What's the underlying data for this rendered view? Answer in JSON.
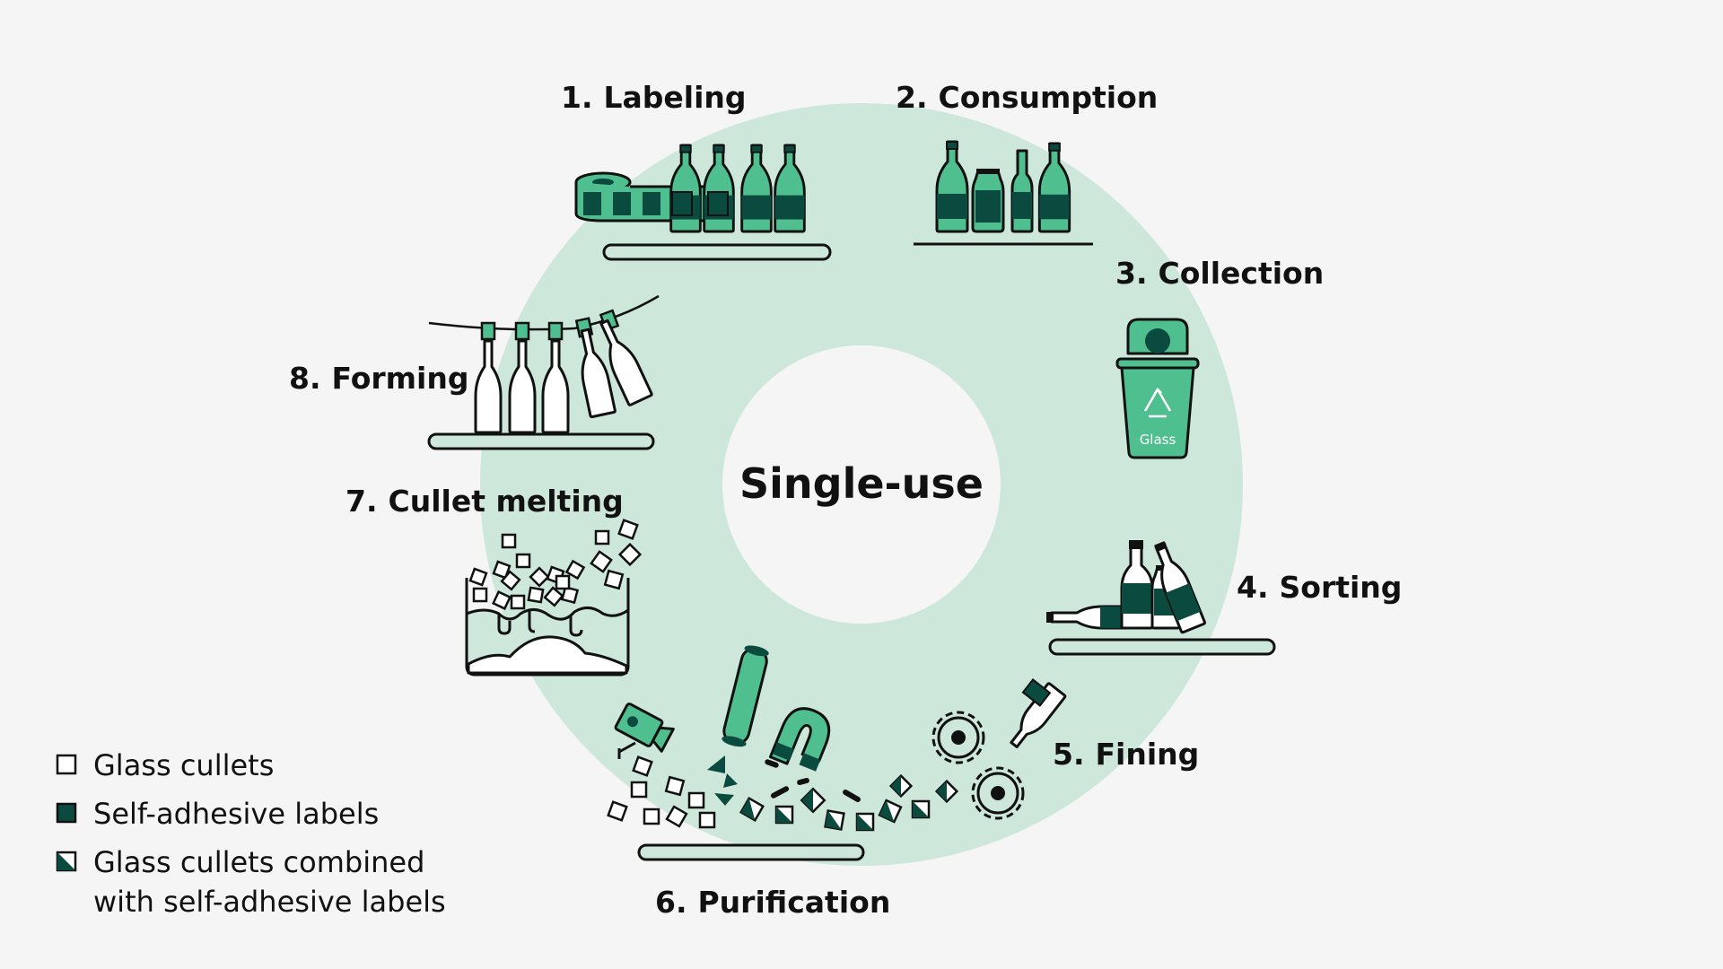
{
  "diagram": {
    "center_title": "Single-use",
    "colors": {
      "background": "#f5f5f5",
      "ring": "#cde8da",
      "accent_green": "#4fbf8f",
      "dark_green": "#0b4a3f",
      "outline": "#111111"
    },
    "steps": [
      {
        "number": "1.",
        "label": "Labeling",
        "icon": "labeling-icon"
      },
      {
        "number": "2.",
        "label": "Consumption",
        "icon": "bottles-icon"
      },
      {
        "number": "3.",
        "label": "Collection",
        "icon": "recycling-bin-icon"
      },
      {
        "number": "4.",
        "label": "Sorting",
        "icon": "sorting-icon"
      },
      {
        "number": "5.",
        "label": "Fining",
        "icon": "fining-gears-icon"
      },
      {
        "number": "6.",
        "label": "Purification",
        "icon": "purification-icon"
      },
      {
        "number": "7.",
        "label": "Cullet melting",
        "icon": "melting-tank-icon"
      },
      {
        "number": "8.",
        "label": "Forming",
        "icon": "forming-bottles-icon"
      }
    ],
    "bin_label": "Glass",
    "legend": [
      {
        "symbol": "square-outline-icon",
        "text": "Glass cullets"
      },
      {
        "symbol": "square-filled-icon",
        "text": "Self-adhesive labels"
      },
      {
        "symbol": "square-half-icon",
        "text": "Glass cullets combined",
        "text_line2": "with self-adhesive labels"
      }
    ]
  }
}
